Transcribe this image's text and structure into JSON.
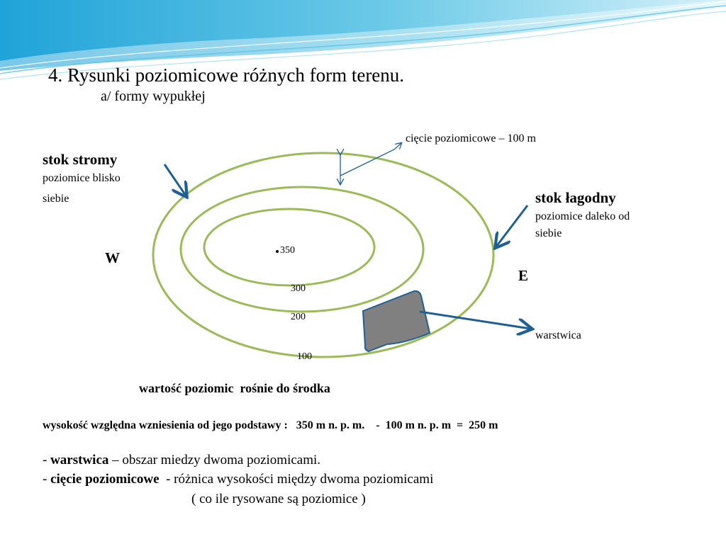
{
  "slide": {
    "title": "4. Rysunki poziomicowe różnych form terenu.",
    "subtitle": "a/ formy wypukłej"
  },
  "diagram": {
    "contour_interval_label": "cięcie poziomicowe – 100 m",
    "steep_slope": {
      "heading": "stok stromy",
      "line1": "poziomice blisko",
      "line2": "siebie"
    },
    "gentle_slope": {
      "heading": "stok łagodny",
      "line1": "poziomice daleko od",
      "line2": "siebie"
    },
    "west_label": "W",
    "east_label": "E",
    "peak_label": "350",
    "contour_labels": [
      "300",
      "200",
      "100"
    ],
    "band_label": "warstwica",
    "colors": {
      "contour": "#9bbb59",
      "arrow": "#1f5f93",
      "band_fill": "#808080",
      "band_edge": "#1f5f93"
    }
  },
  "notes": {
    "center_statement": "wartość poziomic  rośnie do środka",
    "relative_height": {
      "label": "wysokość względna wzniesienia od jego podstawy :",
      "expression": "350 m n. p. m.    -  100 m n. p. m  =  250 m"
    },
    "definitions": [
      {
        "prefix": "- ",
        "term": "warstwica",
        "text": " – obszar miedzy dwoma poziomicami."
      },
      {
        "prefix": "- ",
        "term": "cięcie poziomicowe",
        "text": "  - różnica wysokości między dwoma poziomicami"
      }
    ],
    "footnote": "( co ile rysowane są poziomice )"
  }
}
